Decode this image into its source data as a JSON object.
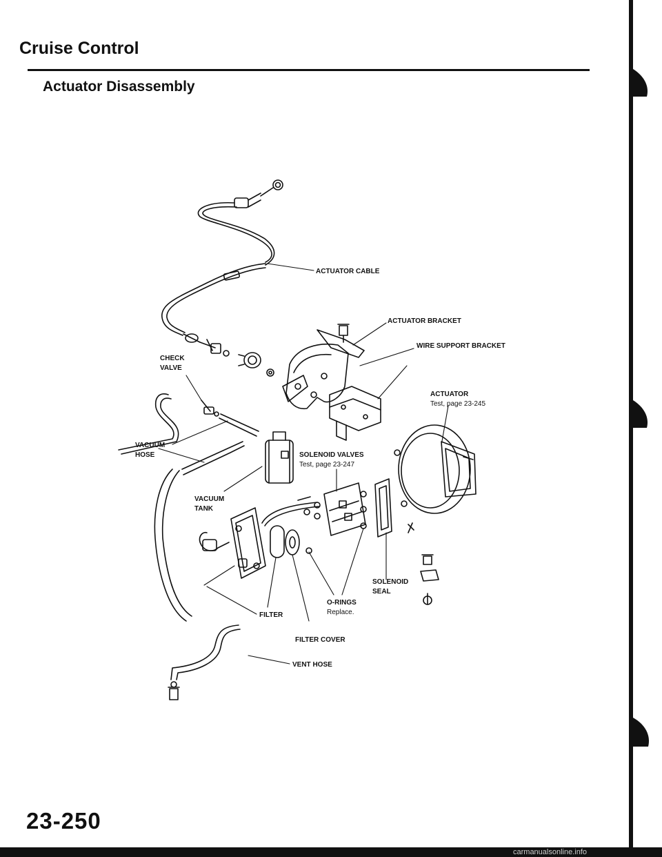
{
  "header": {
    "title": "Cruise Control",
    "subtitle": "Actuator Disassembly"
  },
  "labels": {
    "actuator_cable": "ACTUATOR CABLE",
    "actuator_bracket": "ACTUATOR BRACKET",
    "wire_support_bracket": "WIRE SUPPORT BRACKET",
    "check_valve_1": "CHECK",
    "check_valve_2": "VALVE",
    "actuator": "ACTUATOR",
    "actuator_test": "Test, page 23-245",
    "vacuum_hose_1": "VACUUM",
    "vacuum_hose_2": "HOSE",
    "solenoid_valves": "SOLENOID VALVES",
    "solenoid_valves_test": "Test, page 23-247",
    "vacuum_tank_1": "VACUUM",
    "vacuum_tank_2": "TANK",
    "solenoid_seal_1": "SOLENOID",
    "solenoid_seal_2": "SEAL",
    "filter": "FILTER",
    "o_rings": "O-RINGS",
    "o_rings_note": "Replace.",
    "filter_cover": "FILTER COVER",
    "vent_hose": "VENT HOSE"
  },
  "footer": {
    "page_number": "23-250",
    "watermark": "carmanualsonline.info"
  }
}
